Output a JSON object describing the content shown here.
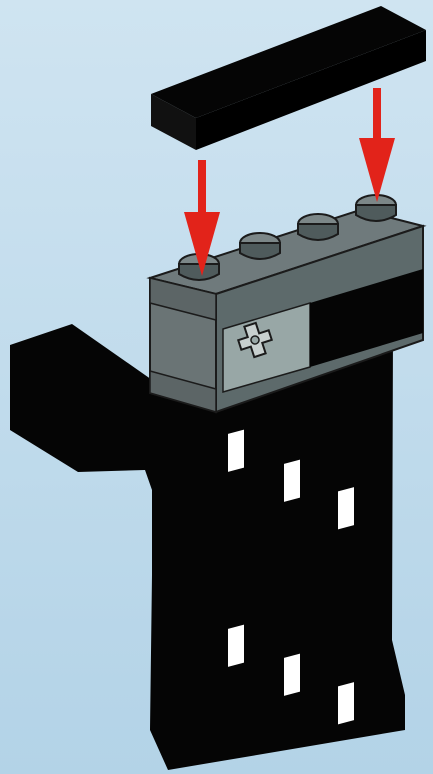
{
  "colors": {
    "background_top": "#cfe4f1",
    "background_bottom": "#b3d3e7",
    "black_brick": "#050505",
    "brick_top": "#6f7a7c",
    "brick_front": "#5d6a6b",
    "brick_light_panel": "#98a7a6",
    "brick_outline": "#1b1b1b",
    "stud_dark": "#4f5b5c",
    "stud_light": "#7c8788",
    "arrow": "#e2231a",
    "window": "#ffffff"
  },
  "icons": {
    "gear_logo": "gear-logo-icon",
    "arrow_left": "down-arrow-icon",
    "arrow_right": "down-arrow-icon"
  },
  "assembly": {
    "steps": [
      {
        "part": "black-tile-plate",
        "action": "press-down"
      },
      {
        "part": "grey-brick-with-print",
        "action": "base"
      },
      {
        "part": "black-wall-panel",
        "action": "support"
      }
    ]
  }
}
